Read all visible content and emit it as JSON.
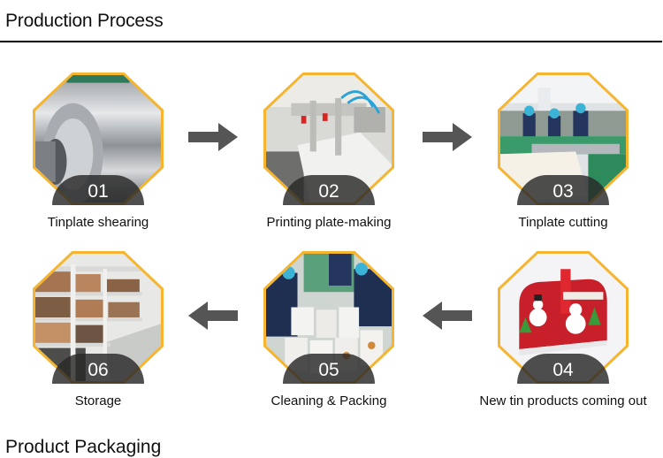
{
  "header": {
    "title": "Production Process"
  },
  "steps": [
    {
      "number": "01",
      "label": "Tinplate shearing",
      "image": "steel-coil"
    },
    {
      "number": "02",
      "label": "Printing plate-making",
      "image": "printing-machine"
    },
    {
      "number": "03",
      "label": "Tinplate cutting",
      "image": "factory-cutting-line"
    },
    {
      "number": "04",
      "label": "New tin products coming out",
      "image": "red-mailbox-tin"
    },
    {
      "number": "05",
      "label": "Cleaning & Packing",
      "image": "workers-packing-boxes"
    },
    {
      "number": "06",
      "label": "Storage",
      "image": "warehouse-shelves"
    }
  ],
  "arrows": [
    {
      "direction": "right",
      "icon": "arrow-right-icon"
    },
    {
      "direction": "right",
      "icon": "arrow-right-icon"
    },
    {
      "direction": "left",
      "icon": "arrow-left-icon"
    },
    {
      "direction": "left",
      "icon": "arrow-left-icon"
    }
  ],
  "colors": {
    "frame": "#f5b531",
    "arrow": "#555555",
    "badge": "#2a2a2a",
    "rule": "#000000"
  },
  "next_section": {
    "title": "Product Packaging"
  }
}
